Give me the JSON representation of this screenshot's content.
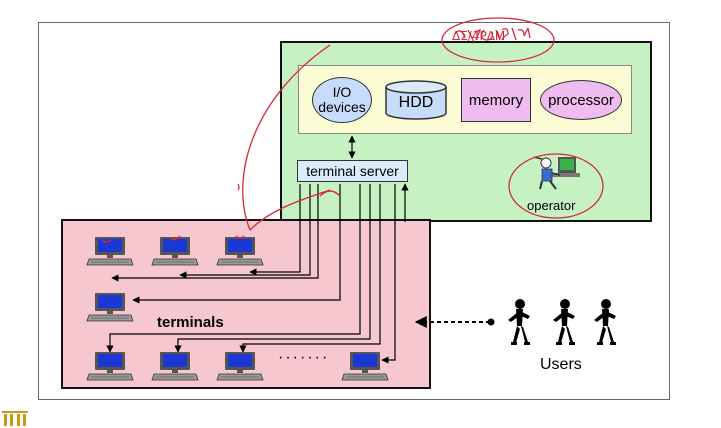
{
  "diagram": {
    "nodes": {
      "io_devices": "I/O\ndevices",
      "hdd": "HDD",
      "memory": "memory",
      "processor": "processor",
      "terminal_server": "terminal server"
    },
    "labels": {
      "operator": "operator",
      "terminals": "terminals",
      "users": "Users",
      "handwritten_note": "ΔΣ/4ΡΔΜ"
    },
    "icons": [
      "computer-terminal-icon",
      "operator-workstation-icon",
      "user-figure-icon",
      "logo-icon"
    ],
    "colors": {
      "mainframe_bg": "#c6f1c2",
      "resources_bg": "#fbfbd4",
      "terminals_bg": "#f6c7ce",
      "node_blue": "#c6dcfa",
      "node_pink": "#efbcef",
      "annotation_red": "#d6283a"
    }
  }
}
